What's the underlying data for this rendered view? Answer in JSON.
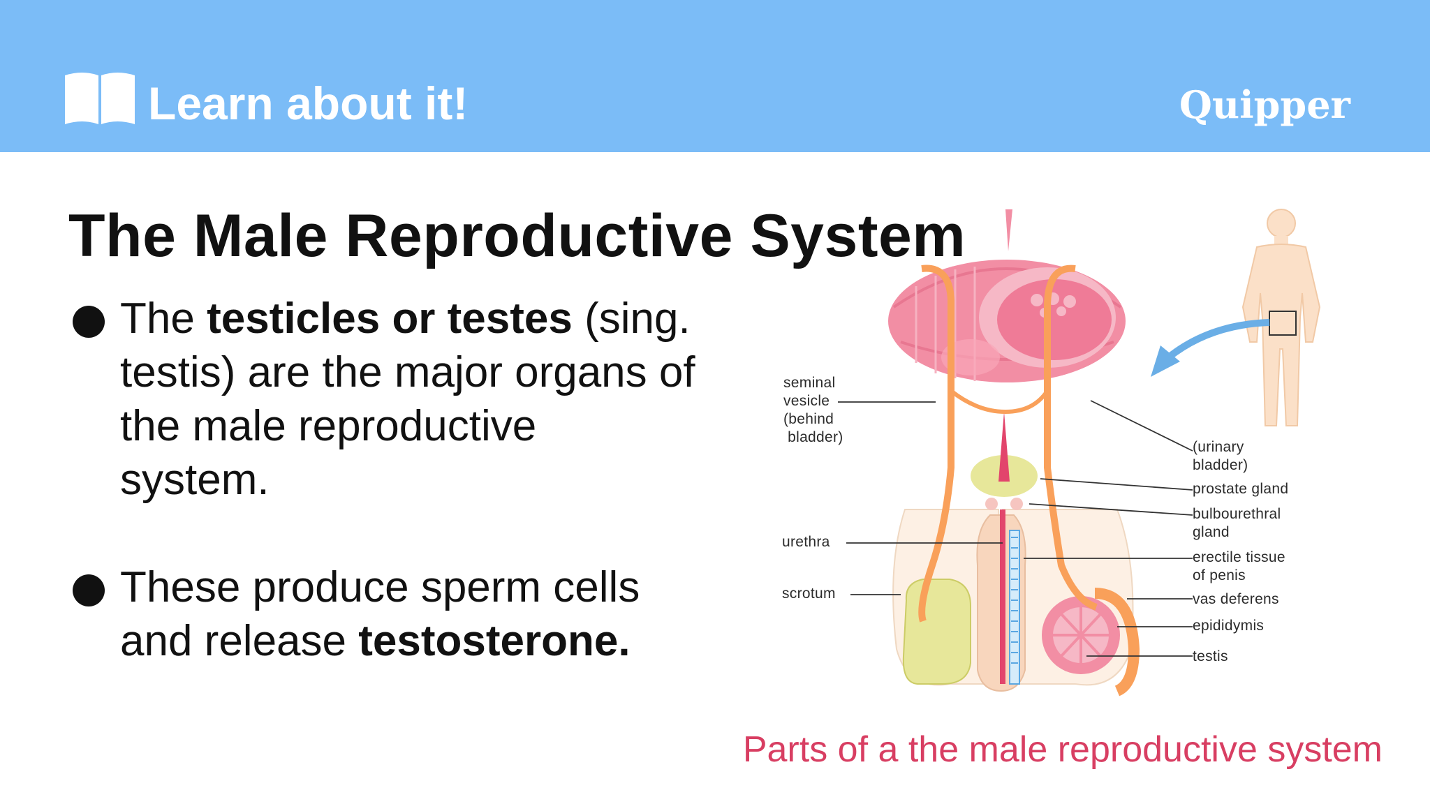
{
  "header": {
    "title": "Learn about it!",
    "brand": "Quipper",
    "icon": "book-icon",
    "background_color": "#7bbcf7"
  },
  "slide": {
    "title": "The Male Reproductive System",
    "bullets": [
      {
        "pre": "The ",
        "bold": "testicles or testes",
        "post": " (sing. testis) are the major organs of the male reproductive system."
      },
      {
        "pre": "These produce sperm cells and release ",
        "bold": "testosterone.",
        "post": ""
      }
    ]
  },
  "diagram": {
    "labels": {
      "seminal_vesicle": "seminal\nvesicle\n(behind\n bladder)",
      "urethra": "urethra",
      "scrotum": "scrotum",
      "urinary_bladder": "(urinary\nbladder)",
      "prostate_gland": "prostate gland",
      "bulbourethral_gland": "bulbourethral\ngland",
      "erectile_tissue": "erectile tissue\nof penis",
      "vas_deferens": "vas deferens",
      "epididymis": "epididymis",
      "testis": "testis"
    },
    "caption": "Parts of a the male reproductive system",
    "caption_color": "#d83e62"
  }
}
